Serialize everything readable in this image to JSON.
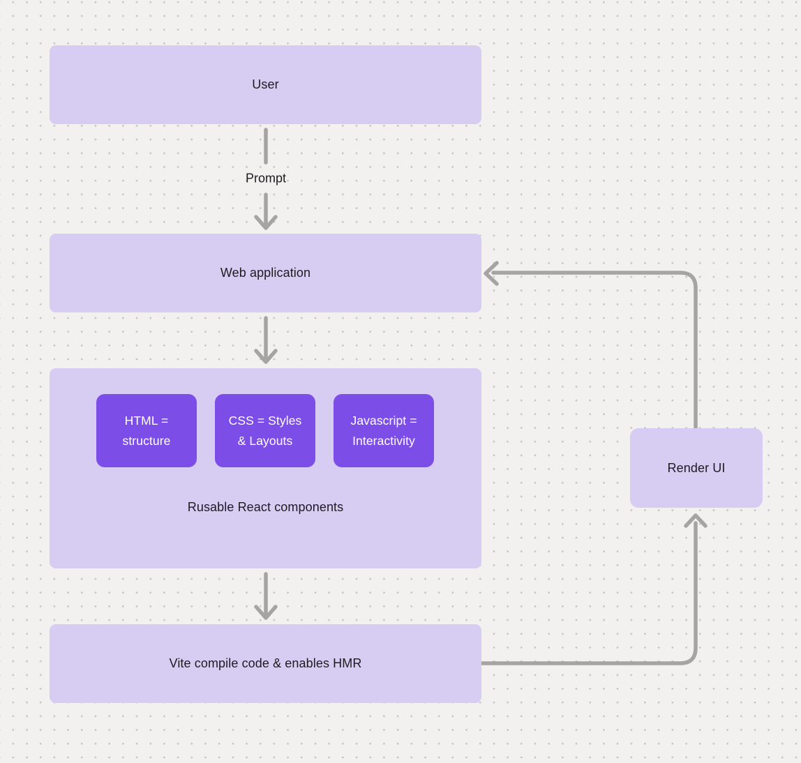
{
  "canvas": {
    "background": "#f2f1ef",
    "dot_color": "#c6c4c2"
  },
  "palette": {
    "node_fill": "#d7cdf3",
    "accent_fill": "#7d4de8",
    "accent_text": "#ffffff",
    "node_text": "#1d1b20",
    "arrow": "#a6a4a3"
  },
  "nodes": {
    "user": {
      "label": "User"
    },
    "web_application": {
      "label": "Web application"
    },
    "components_group": {
      "label": "Rusable React components",
      "children": [
        {
          "line1": "HTML =",
          "line2": "structure"
        },
        {
          "line1": "CSS = Styles",
          "line2": "& Layouts"
        },
        {
          "line1": "Javascript =",
          "line2": "Interactivity"
        }
      ]
    },
    "vite": {
      "label": "Vite compile code & enables HMR"
    },
    "render_ui": {
      "label": "Render UI"
    }
  },
  "edges": [
    {
      "from": "user",
      "to": "web_application",
      "label": "Prompt"
    },
    {
      "from": "web_application",
      "to": "components_group",
      "label": ""
    },
    {
      "from": "components_group",
      "to": "vite",
      "label": ""
    },
    {
      "from": "vite",
      "to": "render_ui",
      "label": ""
    },
    {
      "from": "render_ui",
      "to": "web_application",
      "label": ""
    }
  ]
}
